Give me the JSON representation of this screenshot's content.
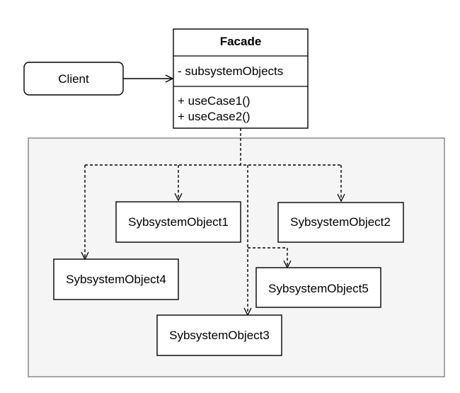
{
  "client": {
    "label": "Client"
  },
  "facade": {
    "title": "Facade",
    "attributes": [
      "- subsystemObjects"
    ],
    "operations": [
      "+ useCase1()",
      "+ useCase2()"
    ]
  },
  "subsystem": {
    "objects": [
      {
        "id": "obj1",
        "label": "SybsystemObject1"
      },
      {
        "id": "obj2",
        "label": "SybsystemObject2"
      },
      {
        "id": "obj3",
        "label": "SybsystemObject3"
      },
      {
        "id": "obj4",
        "label": "SybsystemObject4"
      },
      {
        "id": "obj5",
        "label": "SybsystemObject5"
      }
    ]
  }
}
